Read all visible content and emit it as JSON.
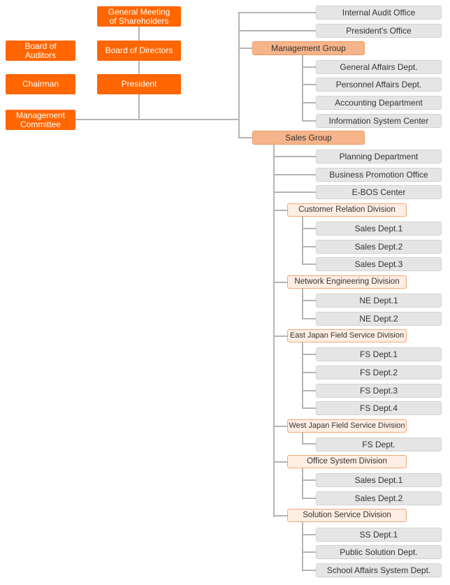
{
  "colors": {
    "executive": "#ff6600",
    "group": "#f6b48a",
    "division": "#ffeee3",
    "department": "#e5e5e5",
    "connector": "#b4b4b4"
  },
  "executive": {
    "shareholders": [
      "General Meeting",
      "of Shareholders"
    ],
    "board_of_directors": "Board of Directors",
    "board_of_auditors": [
      "Board of",
      "Auditors"
    ],
    "chairman": "Chairman",
    "president": "President",
    "management_committee": [
      "Management",
      "Committee"
    ]
  },
  "direct_offices": [
    "Internal Audit Office",
    "President's Office"
  ],
  "management_group": {
    "name": "Management Group",
    "departments": [
      "General Affairs Dept.",
      "Personnel Affairs Dept.",
      "Accounting Department",
      "Information System Center"
    ]
  },
  "sales_group": {
    "name": "Sales Group",
    "departments": [
      "Planning Department",
      "Business Promotion Office",
      "E-BOS Center"
    ],
    "divisions": [
      {
        "name": "Customer Relation Division",
        "departments": [
          "Sales Dept.1",
          "Sales Dept.2",
          "Sales Dept.3"
        ]
      },
      {
        "name": "Network Engineering Division",
        "departments": [
          "NE Dept.1",
          "NE Dept.2"
        ]
      },
      {
        "name": "East Japan Field Service Division",
        "departments": [
          "FS Dept.1",
          "FS Dept.2",
          "FS Dept.3",
          "FS Dept.4"
        ]
      },
      {
        "name": "West Japan Field Service Division",
        "departments": [
          "FS Dept."
        ]
      },
      {
        "name": "Office System Division",
        "departments": [
          "Sales Dept.1",
          "Sales Dept.2"
        ]
      },
      {
        "name": "Solution Service Division",
        "departments": [
          "SS Dept.1",
          "Public Solution Dept.",
          "School Affairs System Dept."
        ]
      }
    ]
  }
}
